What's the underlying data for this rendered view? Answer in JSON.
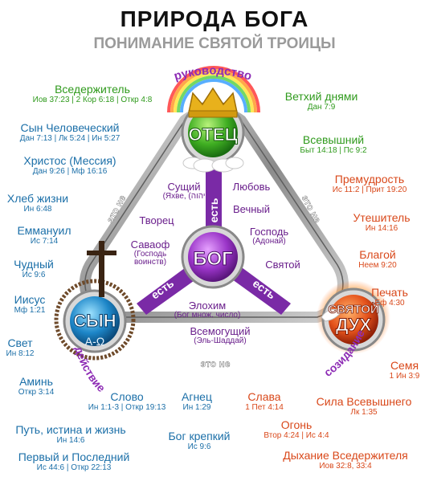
{
  "title": "ПРИРОДА БОГА",
  "subtitle": "ПОНИМАНИЕ СВЯТОЙ ТРОИЦЫ",
  "nodes": {
    "father": "ОТЕЦ",
    "god": "БОГ",
    "son": "СЫН",
    "son_symbol": "А-Ω",
    "spirit_line1": "СВЯТОЙ",
    "spirit_line2": "ДУХ"
  },
  "edges": {
    "is_top": "есть",
    "is_left": "есть",
    "is_right": "есть",
    "not_left": "это не",
    "not_right": "это не",
    "not_bottom": "это не"
  },
  "arcs": {
    "top": "руководство",
    "left": "действие",
    "right": "созидание"
  },
  "father_names": [
    {
      "name": "Вседержитель",
      "ref": "Иов 37:23 | 2 Кор 6:18 | Откр 4:8"
    },
    {
      "name": "Ветхий днями",
      "ref": "Дан 7:9"
    },
    {
      "name": "Всевышний",
      "ref": "Быт 14:18 | Пс 9:2"
    }
  ],
  "son_names": [
    {
      "name": "Сын Человеческий",
      "ref": "Дан 7:13 | Лк 5:24 | Ин 5:27"
    },
    {
      "name": "Христос (Мессия)",
      "ref": "Дан 9:26 | Мф 16:16"
    },
    {
      "name": "Хлеб жизни",
      "ref": "Ин 6:48"
    },
    {
      "name": "Еммануил",
      "ref": "Ис 7:14"
    },
    {
      "name": "Чудный",
      "ref": "Ис 9:6"
    },
    {
      "name": "Иисус",
      "ref": "Мф 1:21"
    },
    {
      "name": "Свет",
      "ref": "Ин 8:12"
    },
    {
      "name": "Аминь",
      "ref": "Откр 3:14"
    },
    {
      "name": "Слово",
      "ref": "Ин 1:1-3 | Откр 19:13"
    },
    {
      "name": "Агнец",
      "ref": "Ин 1:29"
    },
    {
      "name": "Путь, истина и жизнь",
      "ref": "Ин 14:6"
    },
    {
      "name": "Бог крепкий",
      "ref": "Ис 9:6"
    },
    {
      "name": "Первый и Последний",
      "ref": "Ис 44:6 | Откр 22:13"
    }
  ],
  "spirit_names": [
    {
      "name": "Премудрость",
      "ref": "Ис 11:2 | Прит 19:20"
    },
    {
      "name": "Утешитель",
      "ref": "Ин 14:16"
    },
    {
      "name": "Благой",
      "ref": "Неем 9:20"
    },
    {
      "name": "Печать",
      "ref": "Еф 4:30"
    },
    {
      "name": "Семя",
      "ref": "1 Ин 3:9"
    },
    {
      "name": "Сила Всевышнего",
      "ref": "Лк 1:35"
    },
    {
      "name": "Слава",
      "ref": "1 Пет 4:14"
    },
    {
      "name": "Огонь",
      "ref": "Втор 4:24 | Ис 4:4"
    },
    {
      "name": "Дыхание Вседержителя",
      "ref": "Иов 32:8, 33:4"
    }
  ],
  "god_names": {
    "existing": "Сущий",
    "existing_sub": "(Яхве, (יהוה",
    "love": "Любовь",
    "eternal": "Вечный",
    "creator": "Творец",
    "lord": "Господь",
    "lord_sub": "(Адонай)",
    "sabaoth": "Саваоф",
    "sabaoth_sub1": "(Господь",
    "sabaoth_sub2": "воинств)",
    "holy": "Святой",
    "elohim": "Элохим",
    "elohim_sub": "(Бог множ. число)",
    "almighty": "Всемогущий",
    "almighty_sub": "(Эль-Шаддай)"
  },
  "colors": {
    "father": "#2fa32a",
    "god": "#8e2db5",
    "son": "#1a7fc0",
    "spirit": "#e2501c",
    "ring": "#9a9a9a"
  }
}
